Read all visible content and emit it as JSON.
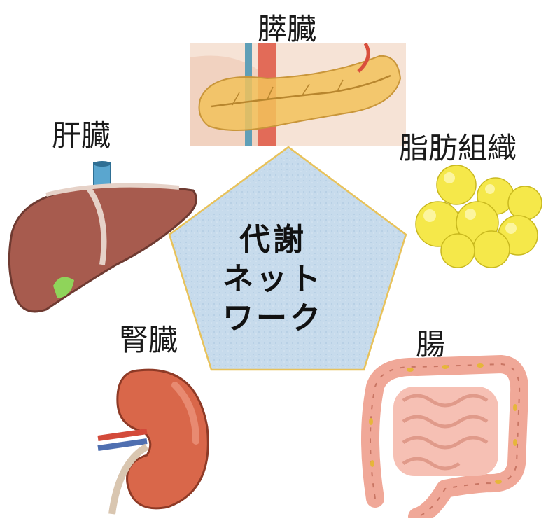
{
  "center": {
    "line1": "代謝",
    "line2": "ネット",
    "line3": "ワーク",
    "fill": "#c9dcec",
    "border": "#e8c25a"
  },
  "organs": {
    "pancreas": {
      "label": "膵臓",
      "icon": "pancreas-icon",
      "color": "#f2c25a"
    },
    "liver": {
      "label": "肝臓",
      "icon": "liver-icon",
      "color": "#a75b4e"
    },
    "adipose": {
      "label": "脂肪組織",
      "icon": "adipose-tissue-icon",
      "color": "#f5e84a"
    },
    "kidney": {
      "label": "腎臓",
      "icon": "kidney-icon",
      "color": "#d9674a"
    },
    "intestine": {
      "label": "腸",
      "icon": "intestine-icon",
      "color": "#f0a898"
    }
  }
}
